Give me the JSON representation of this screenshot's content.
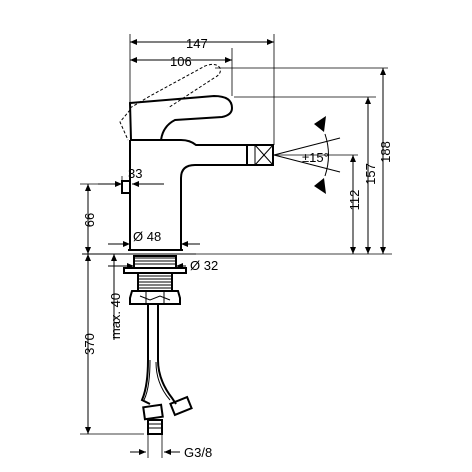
{
  "dimensions": {
    "d147": "147",
    "d106": "106",
    "d188": "188",
    "d157": "157",
    "d112": "112",
    "d33": "33",
    "d66": "66",
    "d48": "Ø 48",
    "d32": "Ø 32",
    "d370": "370",
    "dmax40": "max. 40",
    "angle": "±15°",
    "thread": "G3/8"
  }
}
